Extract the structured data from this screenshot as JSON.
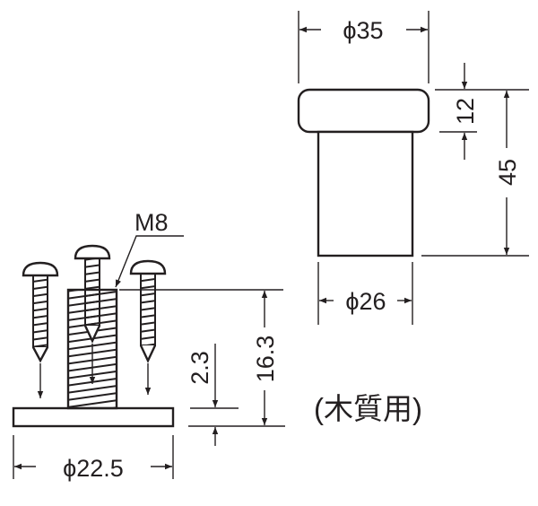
{
  "drawing": {
    "knob": {
      "diameter_top": "ϕ35",
      "cap_height": "12",
      "total_height": "45",
      "diameter_stem": "ϕ26"
    },
    "base": {
      "thread": "M8",
      "stud_height": "16.3",
      "plate_thickness": "2.3",
      "plate_diameter": "ϕ22.5",
      "note": "(木質用)"
    }
  }
}
